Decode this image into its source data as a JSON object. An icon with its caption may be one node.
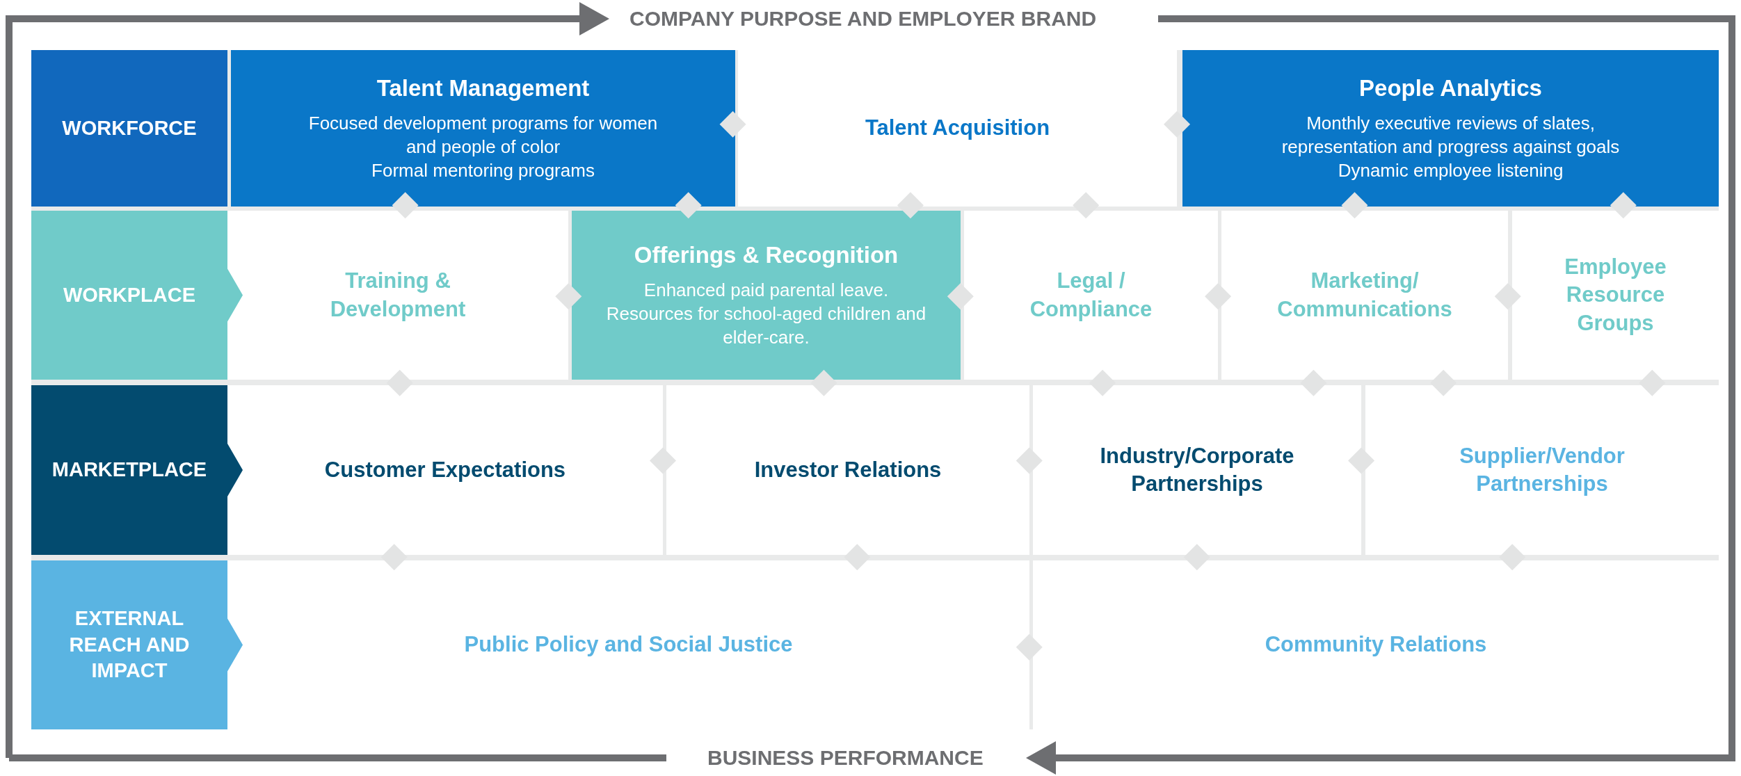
{
  "diagram": {
    "nodes": [
      {
        "text": [
          "WORKFORCE"
        ]
      },
      {
        "text": [
          "Talent Management",
          "Focused development programs for women and people of color",
          "Formal mentoring programs"
        ]
      },
      {
        "text": [
          "Talent Acquisition"
        ]
      },
      {
        "text": [
          "People Analytics",
          "Monthly executive reviews of slates, representation and progress against goals",
          "Dynamic employee listening"
        ]
      },
      {
        "text": [
          "WORKPLACE"
        ]
      },
      {
        "text": [
          "Training & Development"
        ]
      },
      {
        "text": [
          "Offerings & Recognition",
          "Enhanced paid parental leave.",
          "Resources for school-aged children and elder-care."
        ]
      },
      {
        "text": [
          "Legal / Compliance"
        ]
      },
      {
        "text": [
          "Marketing/ Communications"
        ]
      },
      {
        "text": [
          "Employee Resource Groups"
        ]
      },
      {
        "text": [
          "MARKETPLACE"
        ]
      },
      {
        "text": [
          "Customer Expectations"
        ]
      },
      {
        "text": [
          "Investor Relations"
        ]
      },
      {
        "text": [
          "Industry/Corporate Partnerships"
        ]
      },
      {
        "text": [
          "Supplier/Vendor Partnerships"
        ]
      },
      {
        "text": [
          "EXTERNAL REACH AND IMPACT"
        ]
      },
      {
        "text": [
          "Public Policy and Social Justice"
        ]
      },
      {
        "text": [
          "Community Relations"
        ]
      }
    ],
    "labels": [
      "COMPANY PURPOSE AND EMPLOYER BRAND",
      "BUSINESS PERFORMANCE"
    ]
  }
}
